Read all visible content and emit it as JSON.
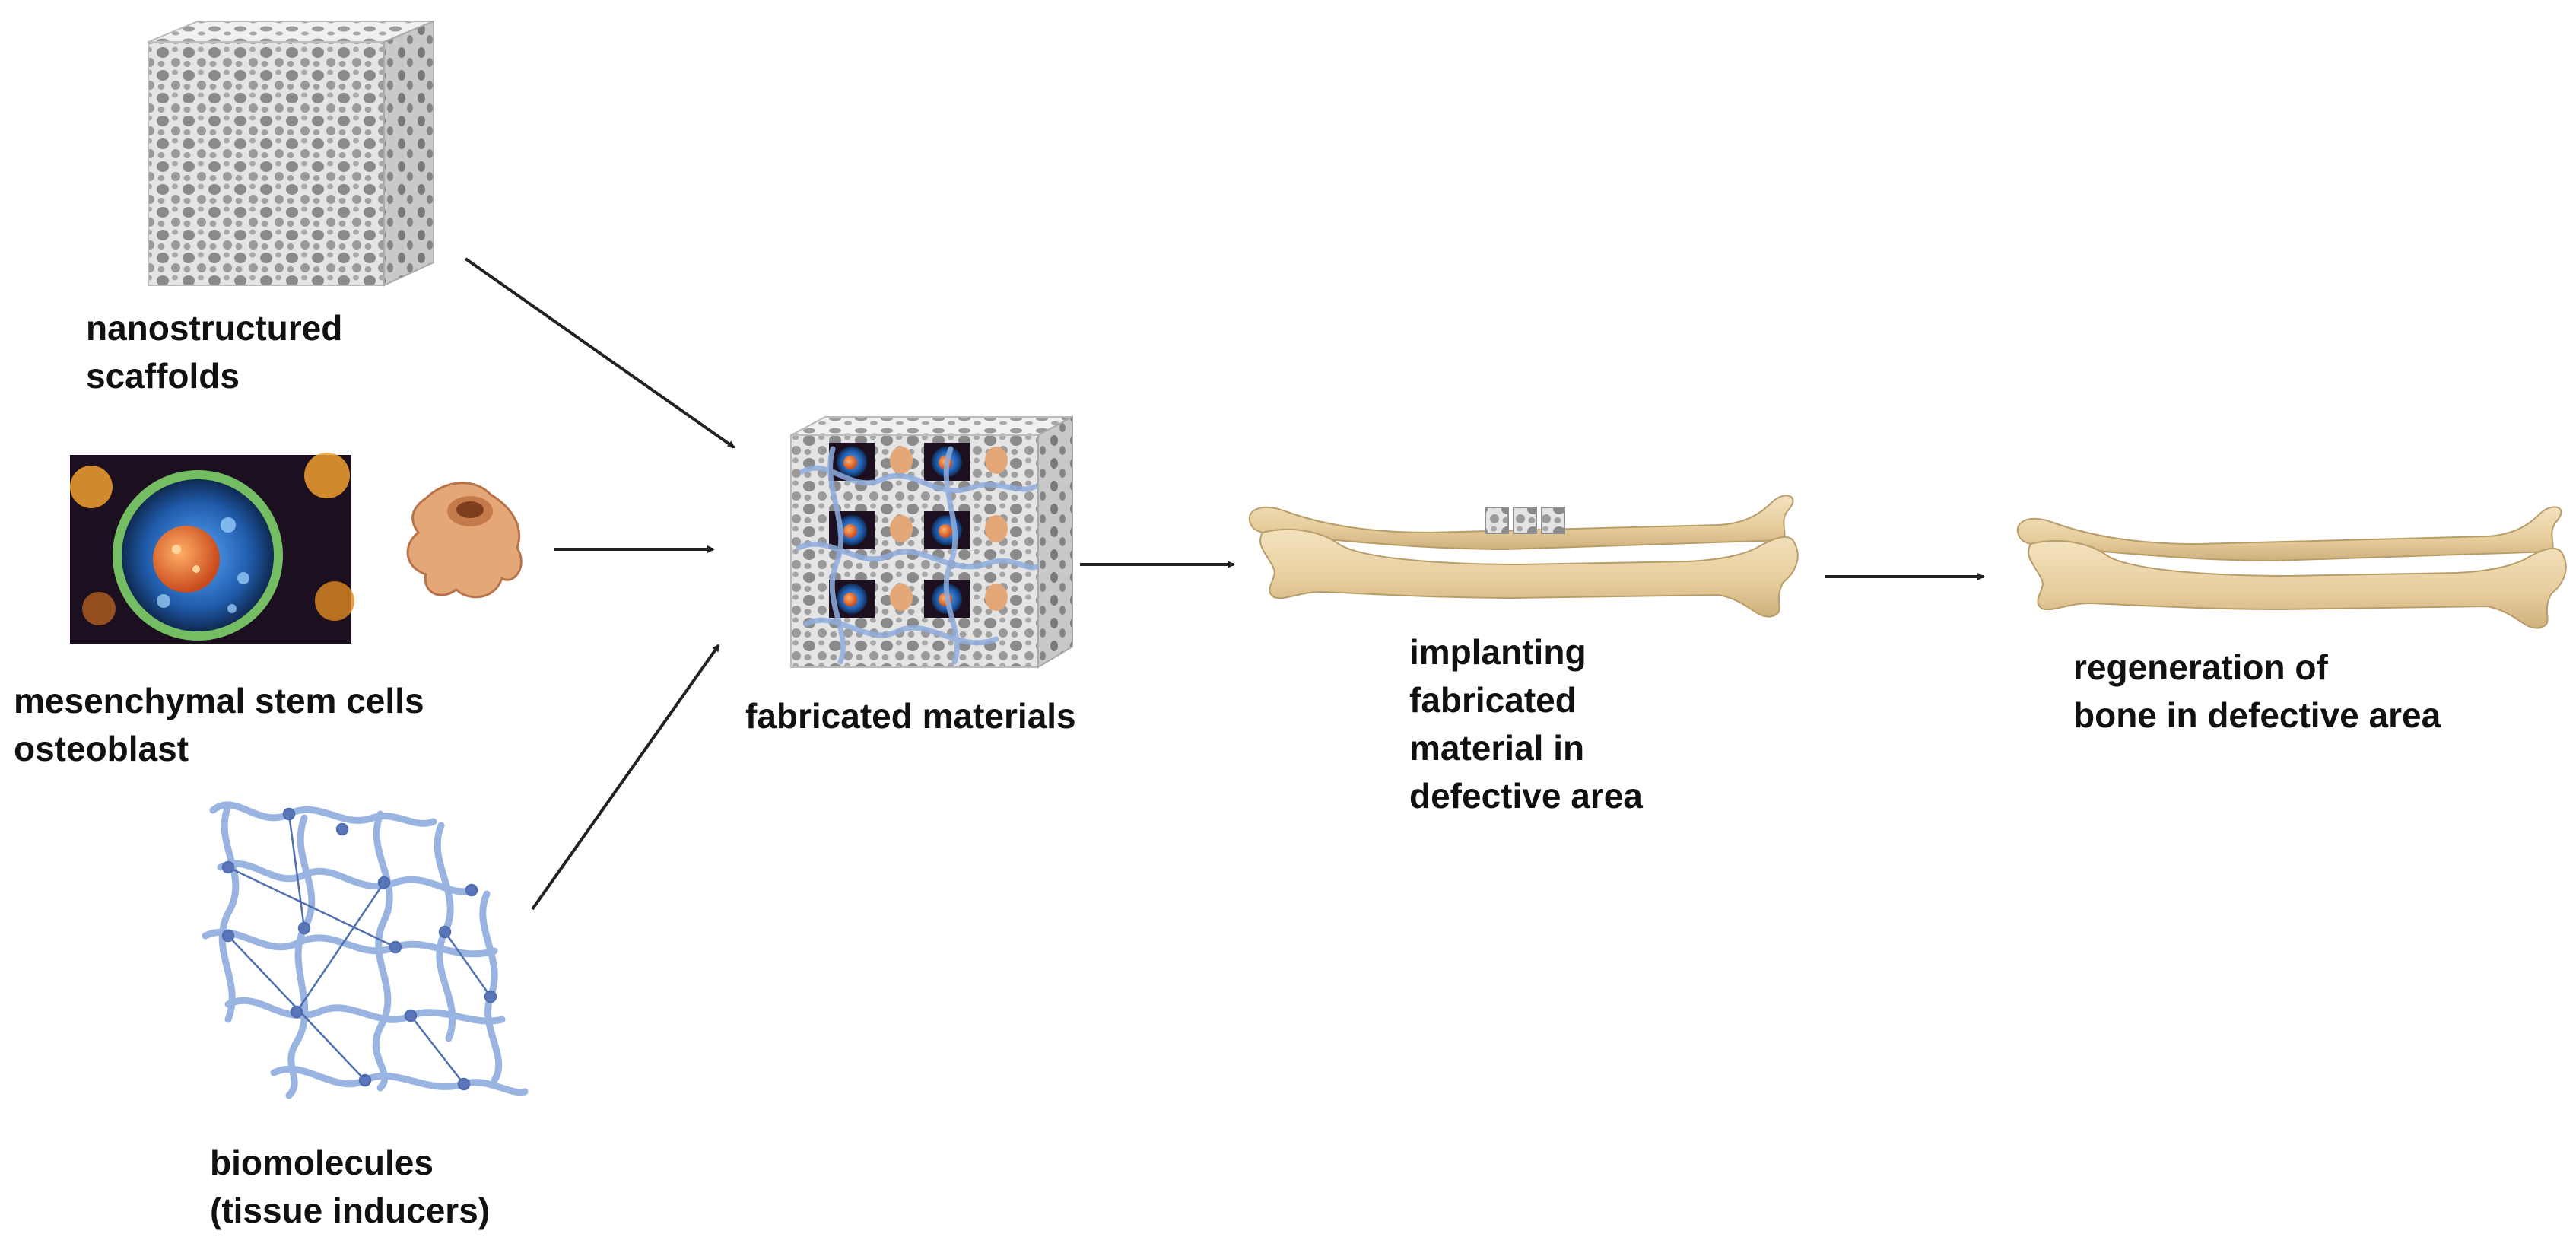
{
  "labels": {
    "scaffolds_line1": "nanostructured",
    "scaffolds_line2": "scaffolds",
    "cells_line1": "mesenchymal stem cells",
    "cells_line2": "osteoblast",
    "bio_line1": "biomolecules",
    "bio_line2": "(tissue inducers)",
    "fabricated": "fabricated materials",
    "implant_line1": "implanting",
    "implant_line2": "fabricated",
    "implant_line3": "material in",
    "implant_line4": "defective area",
    "regen_line1": "regeneration of",
    "regen_line2": "bone in defective area"
  },
  "colors": {
    "arrow": "#222222",
    "scaffold_face": "#dcdcdc",
    "scaffold_pore": "#8e8e8e",
    "bone": "#e9d3a6",
    "bone_shade": "#cbb27e",
    "network": "#8fadde",
    "network_node": "#4f6fb0",
    "cell_bg": "#1c1020",
    "cell_membrane": "#6cc05a",
    "cell_inner": "#3a8ad8",
    "nucleus": "#e26a2c",
    "osteoblast": "#e2a677"
  },
  "icons": [
    "porous-scaffold-cube-icon",
    "stem-cell-icon",
    "osteoblast-cell-icon",
    "biomolecule-network-icon",
    "fabricated-material-cube-icon",
    "implanted-bone-icon",
    "regenerated-bone-icon"
  ]
}
